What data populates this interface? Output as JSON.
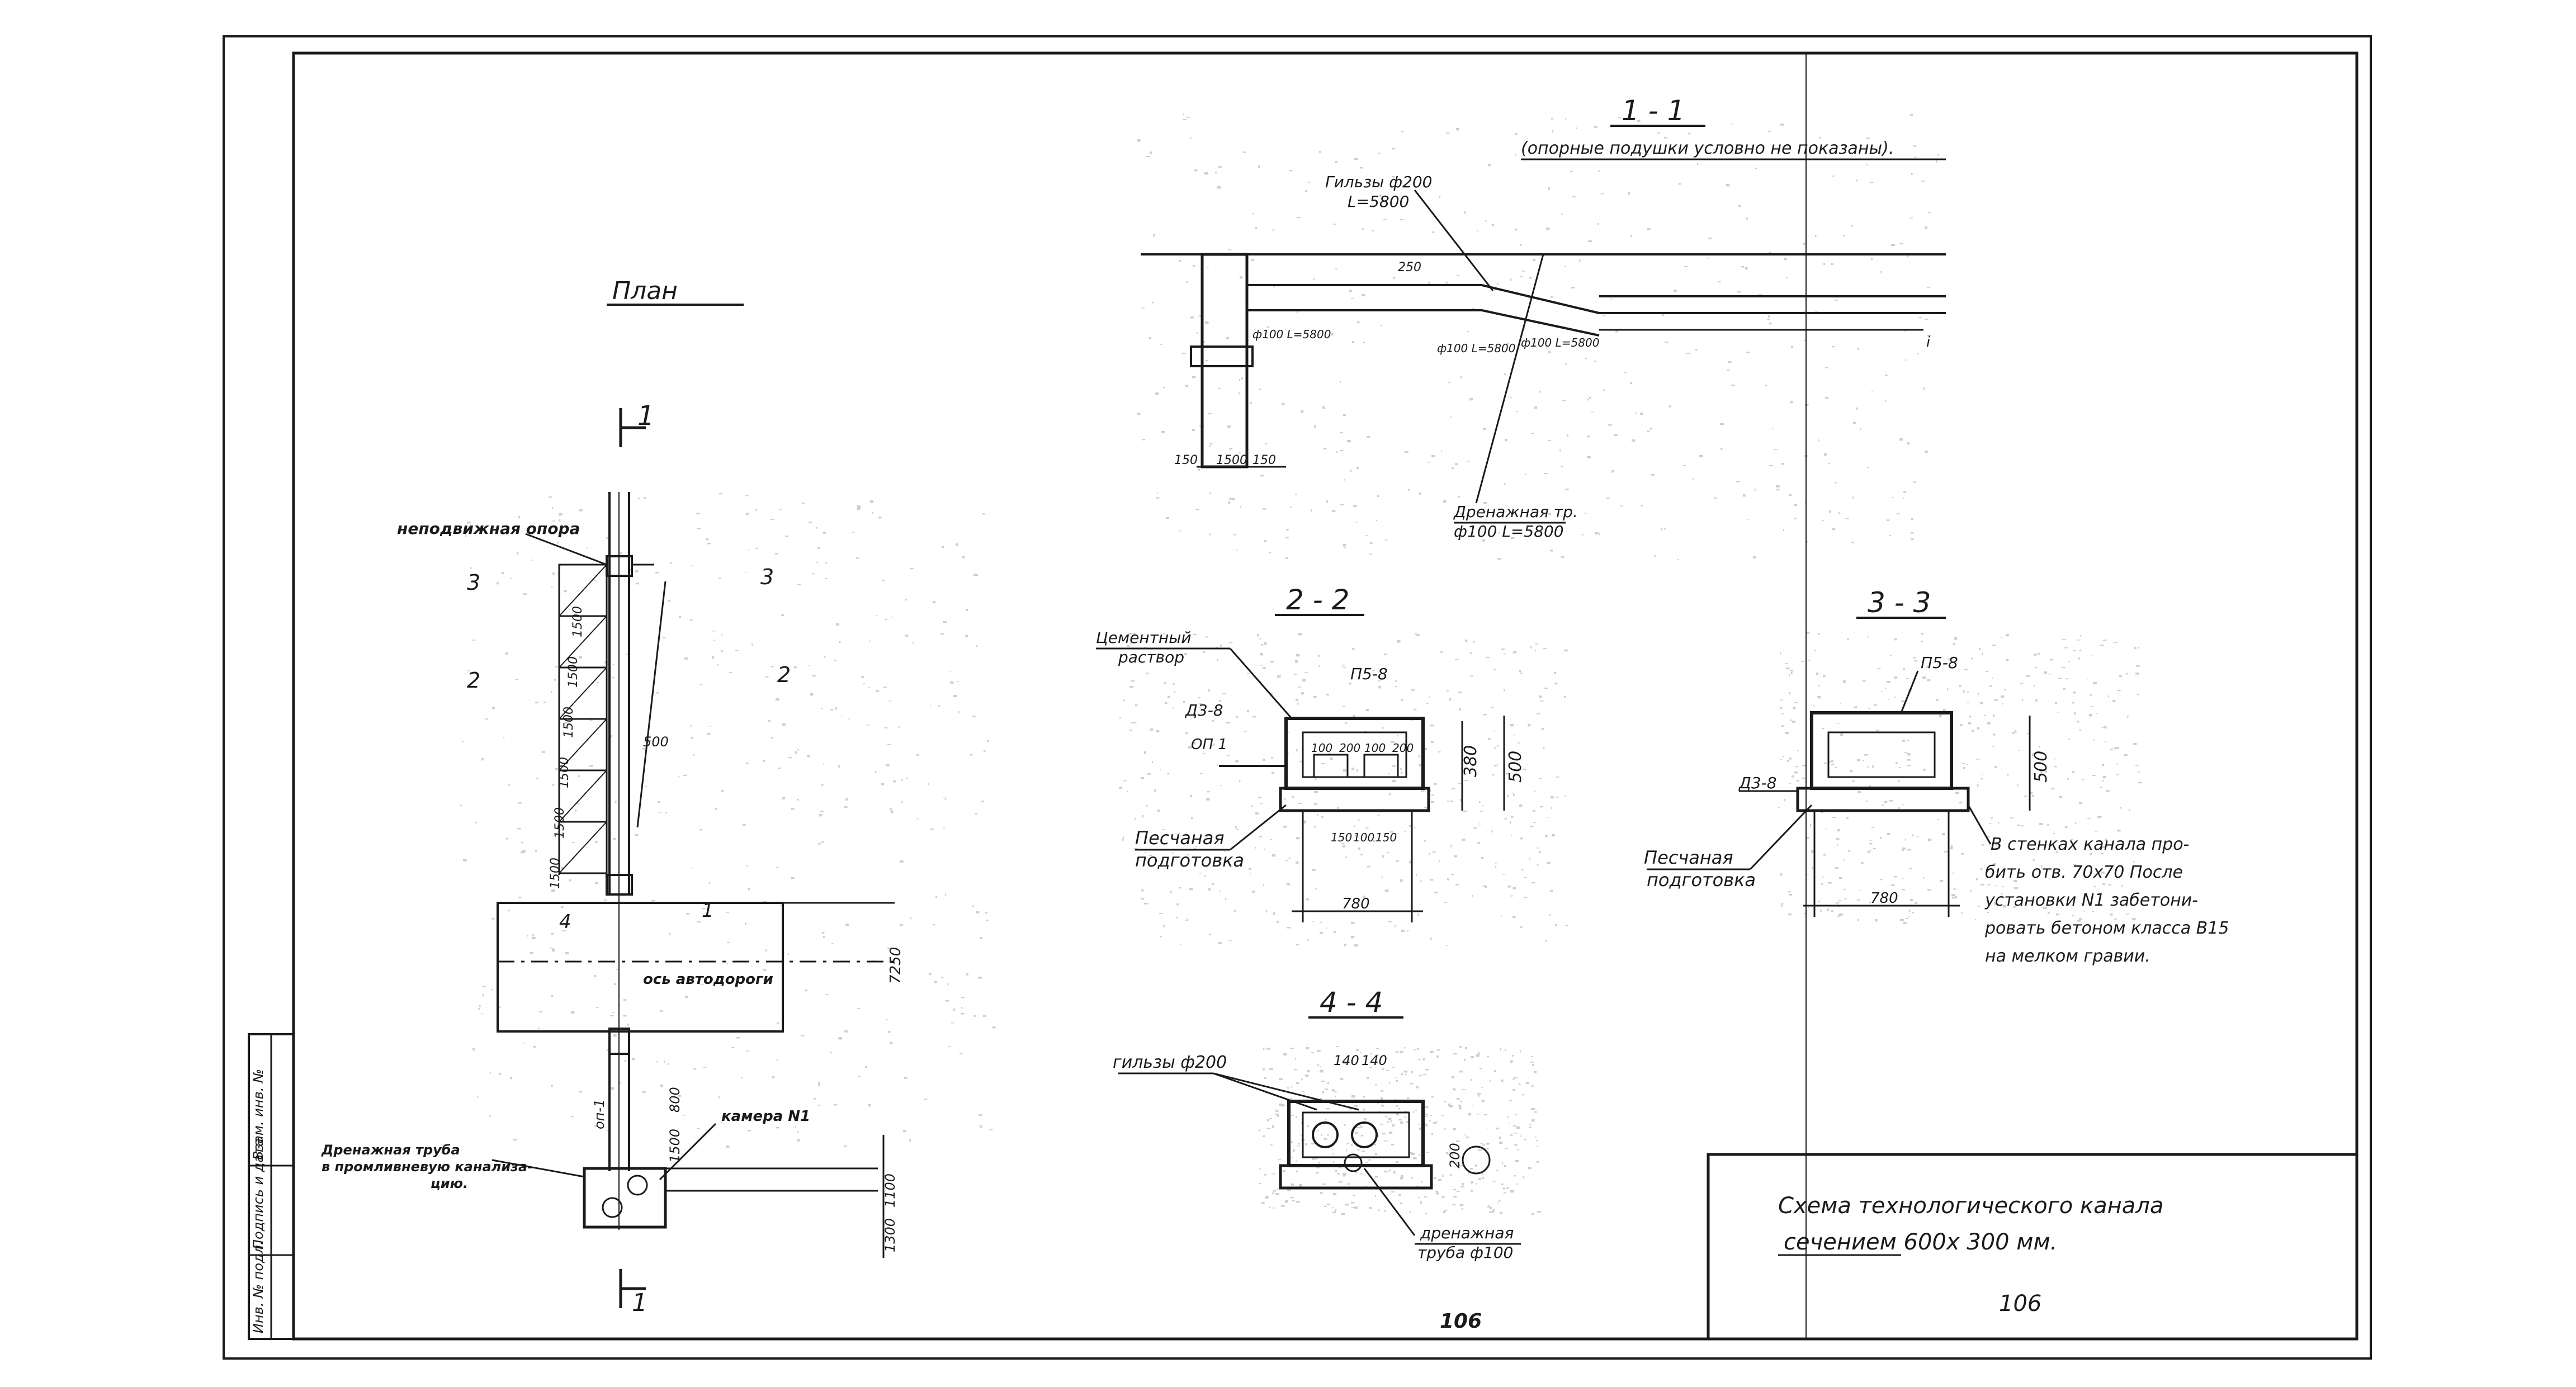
{
  "plan": {
    "title": "План",
    "section_mark_1": "1",
    "label_fixed_support": "неподвижная опора",
    "mark_3": "3",
    "mark_2": "2",
    "mark_4": "4",
    "mark_2_right": "2",
    "mark_3_right": "3",
    "mark_4_right": "1",
    "dim_500": "500",
    "dims_left": [
      "1500",
      "1500",
      "1500",
      "1500",
      "1500",
      "1500"
    ],
    "road_axis": "ось автодороги",
    "dim_7250": "7250",
    "camera": "камера N1",
    "tp1": "оп-1",
    "dim_800": "800",
    "dim_1500b": "1500",
    "drain_pipe": "Дренажная труба в промливневую канализацию.",
    "dim_1100": "1100",
    "dim_1300": "1300",
    "section_mark_1_bottom": "1"
  },
  "section_1_1": {
    "title": "1 - 1",
    "note": "(опорные подушки условно не показаны).",
    "sleeves": "Гильзы ф200 L=5800",
    "dim_250": "250",
    "d_left": "ф100 L=5800",
    "d_mid": "ф100 L=5800",
    "d_right": "ф100 L=5800",
    "slope": "i",
    "drain": "Дренажная тр. ф100 L=5800",
    "dim_150a": "150",
    "dim_1500": "1500",
    "dim_150b": "150"
  },
  "section_2_2": {
    "title": "2 - 2",
    "mortar": "Цементный раствор",
    "p5": "П5-8",
    "d3": "Д3-8",
    "op1": "ОП 1",
    "sand": "Песчаная подготовка",
    "dim_380": "380",
    "dim_500": "500",
    "dim_780": "780",
    "inner": [
      "100",
      "200",
      "100",
      "200"
    ],
    "bottom": [
      "150",
      "100",
      "150"
    ]
  },
  "section_3_3": {
    "title": "3 - 3",
    "p5": "П5-8",
    "d3": "Д3-8",
    "sand": "Песчаная подготовка",
    "dim_500": "500",
    "dim_780": "780",
    "note": [
      "В стенках канала про-",
      "бить отв. 70х70 После",
      "установки N1 забетони-",
      "ровать бетоном класса В15",
      "на мелком гравии."
    ]
  },
  "section_4_4": {
    "title": "4 - 4",
    "sleeves": "гильзы ф200",
    "dims": [
      "140",
      "140"
    ],
    "dim_right": "200",
    "drain": "дренажная труба ф100"
  },
  "stamp": {
    "line1": "Схема технологического канала",
    "line2": "сечением 600х 300 мм.",
    "number": "106"
  },
  "side_stamp": [
    "Инв. № подл.",
    "Подпись и дата",
    "Взам. инв. №"
  ],
  "sheet_number": "106"
}
